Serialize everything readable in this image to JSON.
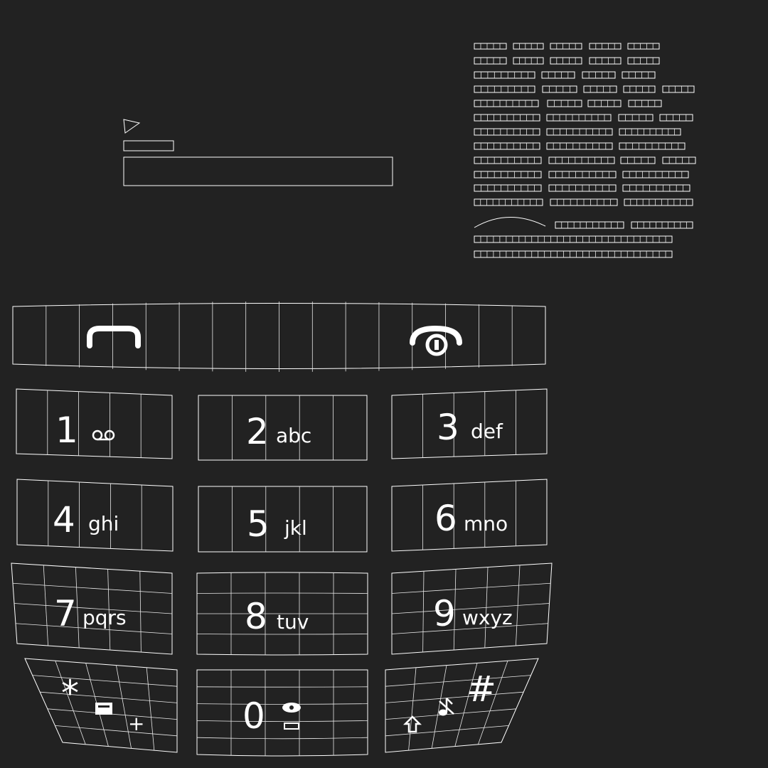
{
  "colors": {
    "background": "#222222",
    "wire": "#ffffff"
  },
  "keys": [
    {
      "digit": "1",
      "letters": "oo"
    },
    {
      "digit": "2",
      "letters": "abc"
    },
    {
      "digit": "3",
      "letters": "def"
    },
    {
      "digit": "4",
      "letters": "ghi"
    },
    {
      "digit": "5",
      "letters": "jkl"
    },
    {
      "digit": "6",
      "letters": "mno"
    },
    {
      "digit": "7",
      "letters": "pqrs"
    },
    {
      "digit": "8",
      "letters": "tuv"
    },
    {
      "digit": "9",
      "letters": "wxyz"
    },
    {
      "digit": "*",
      "letters": "+"
    },
    {
      "digit": "0",
      "letters": ""
    },
    {
      "digit": "#",
      "letters": ""
    }
  ],
  "icons": {
    "call": "phone-call-icon",
    "end": "phone-end-icon",
    "voicemail": "voicemail-icon",
    "keypad_lock": "keypad-lock-icon",
    "space": "space-icon",
    "shift": "shift-icon",
    "silent": "silent-note-icon"
  }
}
